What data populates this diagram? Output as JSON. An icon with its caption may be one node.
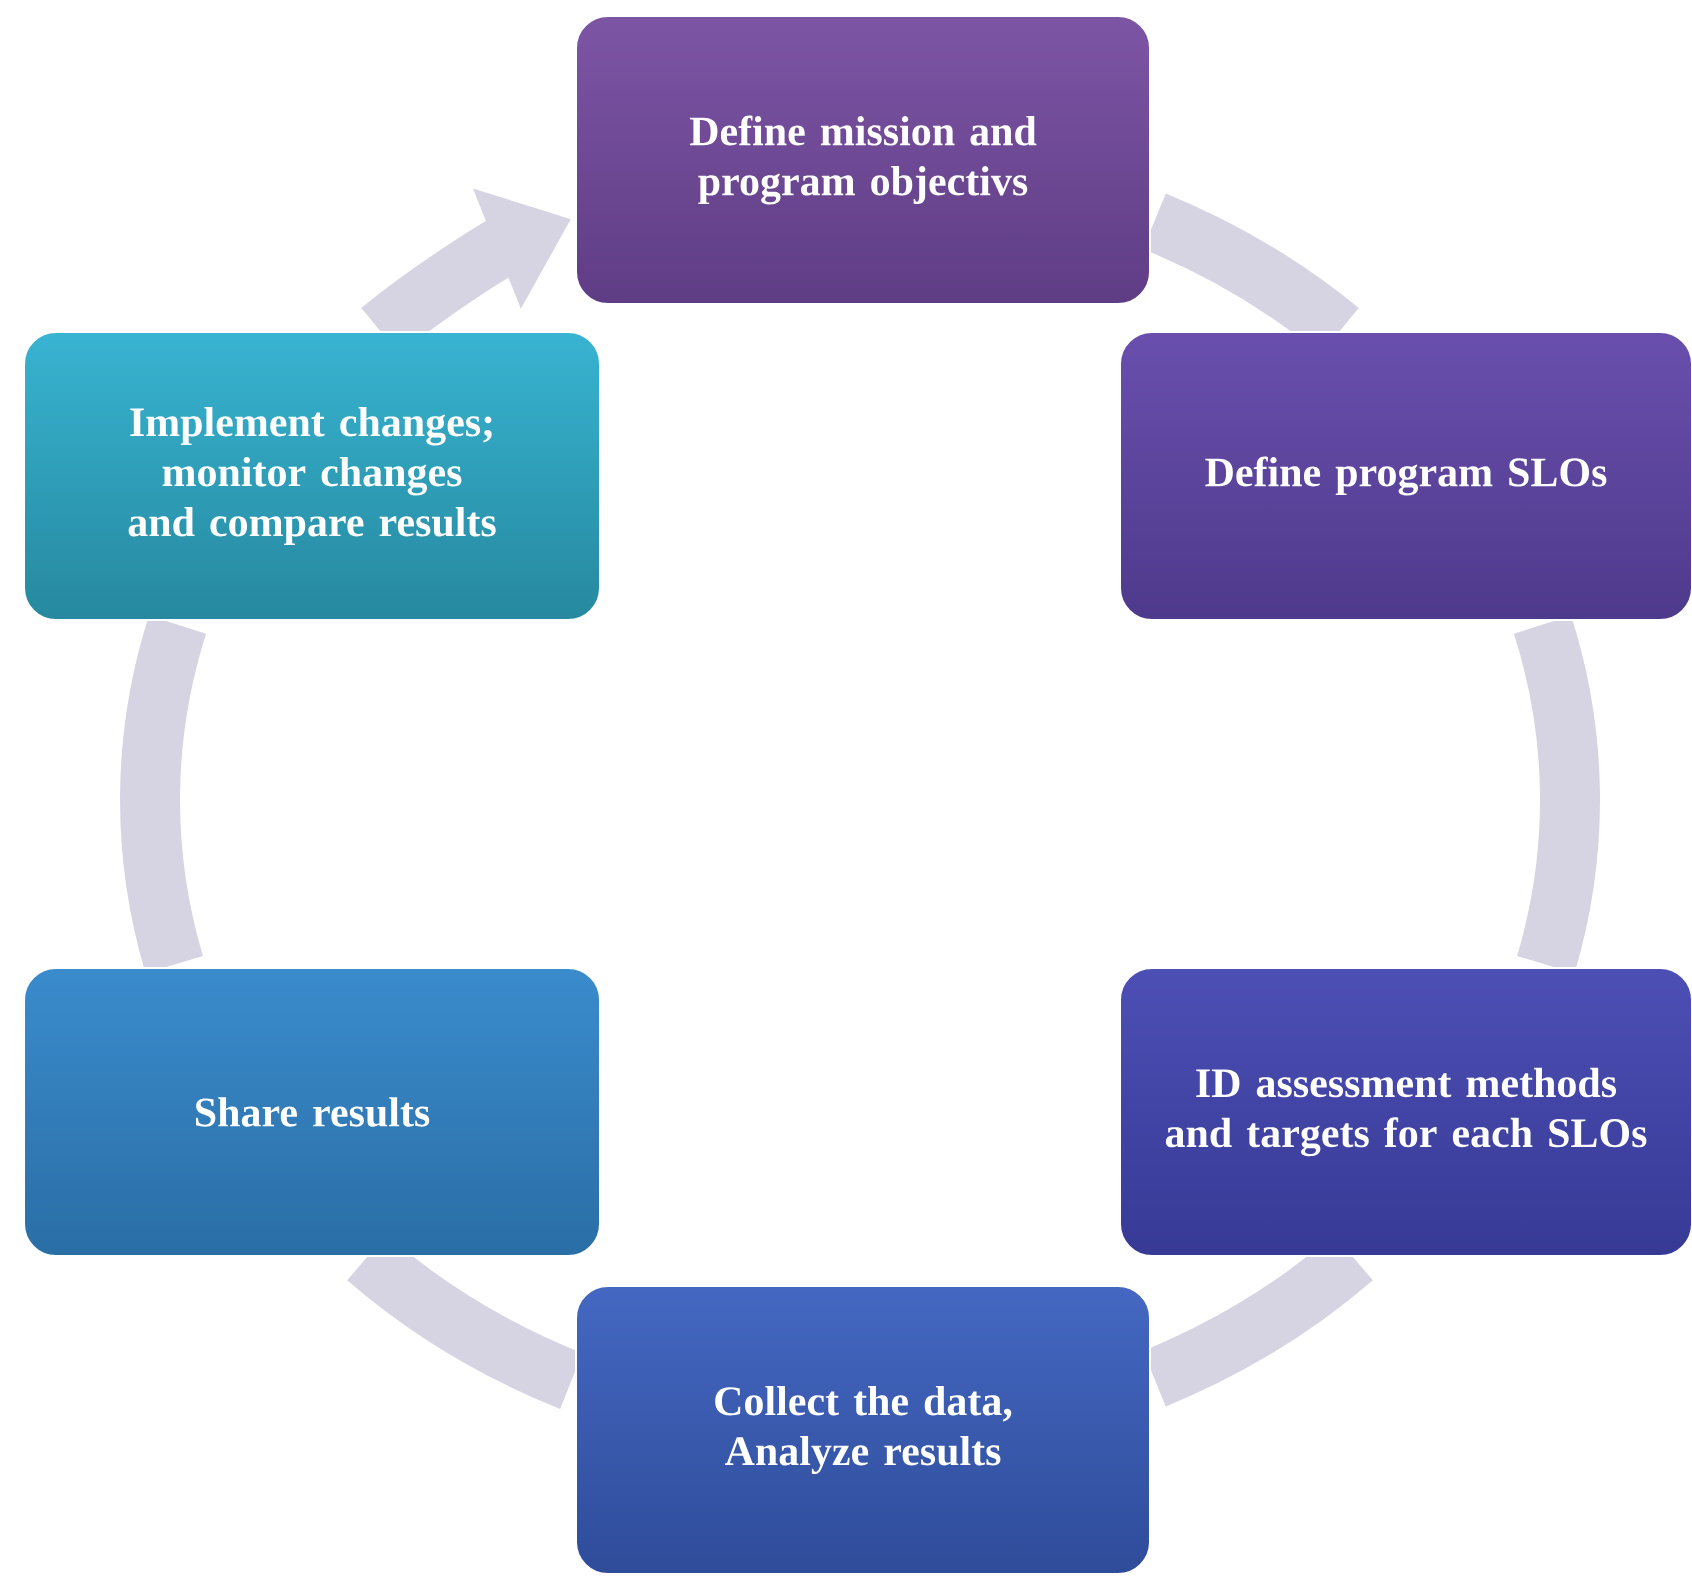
{
  "diagram": {
    "nodes": [
      {
        "text": [
          "Define mission and program objectivs"
        ]
      },
      {
        "text": [
          "Define program SLOs"
        ]
      },
      {
        "text": [
          "ID assessment methods and targets for each SLOs"
        ]
      },
      {
        "text": [
          "Collect the data, Analyze results"
        ]
      },
      {
        "text": [
          "Share results"
        ]
      },
      {
        "text": [
          "Implement changes; monitor changes and compare results"
        ]
      }
    ],
    "edges": [
      {
        "from": 0,
        "to": 1,
        "arrow": "none"
      },
      {
        "from": 1,
        "to": 2,
        "arrow": "none"
      },
      {
        "from": 2,
        "to": 3,
        "arrow": "none"
      },
      {
        "from": 3,
        "to": 4,
        "arrow": "none"
      },
      {
        "from": 4,
        "to": 5,
        "arrow": "none"
      },
      {
        "from": 5,
        "to": 0,
        "arrow": "to"
      }
    ]
  }
}
